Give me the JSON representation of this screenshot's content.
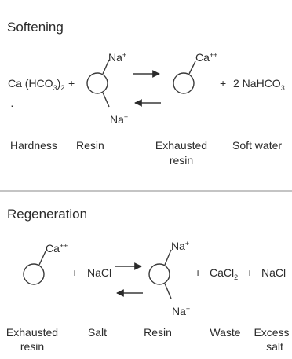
{
  "softening": {
    "title": "Softening",
    "reactant": "Ca (HCO",
    "reactant_sub": "3",
    "reactant_close": ")",
    "reactant_sub2": "2",
    "plus1": "+",
    "resin_top": "Na",
    "resin_top_sup": "+",
    "resin_bottom": "Na",
    "resin_bottom_sup": "+",
    "product_ion": "Ca",
    "product_ion_sup": "++",
    "plus2": "+",
    "product2": "2 NaHCO",
    "product2_sub": "3",
    "dot": "·",
    "labels": {
      "hardness": "Hardness",
      "resin": "Resin",
      "exhausted_line1": "Exhausted",
      "exhausted_line2": "resin",
      "soft_water": "Soft water"
    }
  },
  "regeneration": {
    "title": "Regeneration",
    "ion": "Ca",
    "ion_sup": "++",
    "plus1": "+",
    "salt": "NaCl",
    "resin_top": "Na",
    "resin_top_sup": "+",
    "resin_bottom": "Na",
    "resin_bottom_sup": "+",
    "plus2": "+",
    "waste": "CaCl",
    "waste_sub": "2",
    "plus3": "+",
    "excess": "NaCl",
    "labels": {
      "exhausted_line1": "Exhausted",
      "exhausted_line2": "resin",
      "salt": "Salt",
      "resin": "Resin",
      "waste": "Waste",
      "excess_line1": "Excess",
      "excess_line2": "salt"
    }
  },
  "colors": {
    "ink": "#2b2b2b",
    "rule": "#8a8a8a"
  }
}
